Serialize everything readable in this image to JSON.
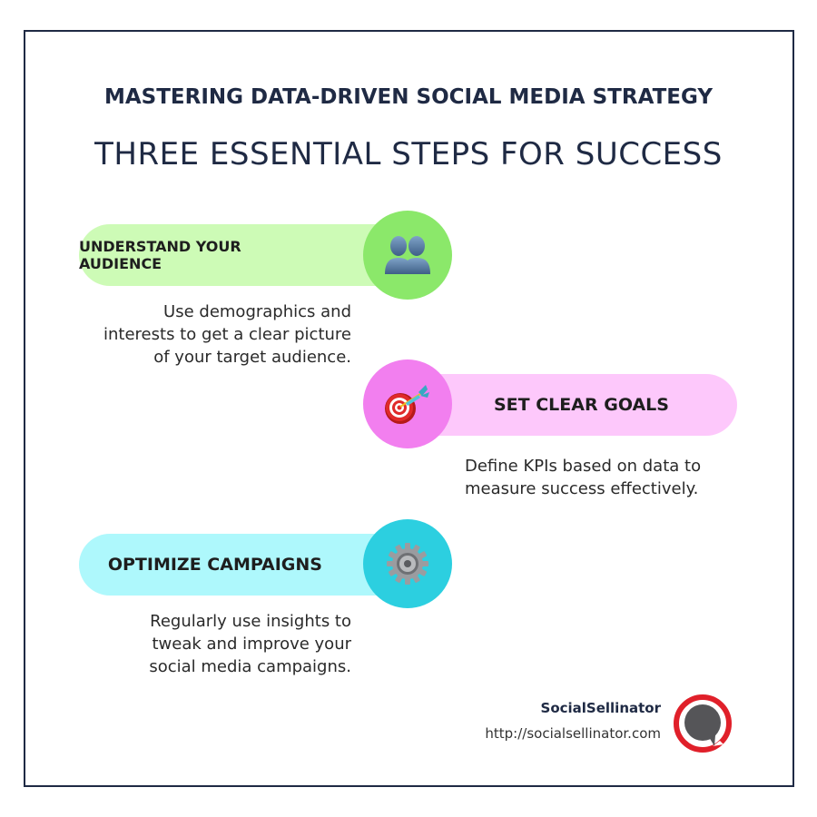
{
  "header": {
    "title": "MASTERING DATA-DRIVEN SOCIAL MEDIA STRATEGY",
    "subtitle": "THREE ESSENTIAL STEPS FOR SUCCESS"
  },
  "steps": [
    {
      "label": "UNDERSTAND YOUR AUDIENCE",
      "description_lines": [
        "Use demographics and",
        "interests to get a clear picture",
        "of your target audience."
      ],
      "icon": "two-people-silhouette-icon",
      "pill_color": "#cdfbb6",
      "circle_color": "#8be86a",
      "side": "left"
    },
    {
      "label": "SET CLEAR GOALS",
      "description_lines": [
        "Define KPIs based on data to",
        "measure success effectively."
      ],
      "icon": "dart-target-icon",
      "pill_color": "#fdc8fb",
      "circle_color": "#f27fef",
      "side": "right"
    },
    {
      "label": "OPTIMIZE CAMPAIGNS",
      "description_lines": [
        "Regularly use insights to",
        "tweak and improve your",
        "social media campaigns."
      ],
      "icon": "gear-icon",
      "pill_color": "#aef8fc",
      "circle_color": "#2ccfe0",
      "side": "left"
    }
  ],
  "footer": {
    "brand_name": "SocialSellinator",
    "url": "http://socialsellinator.com",
    "logo": "speech-bubble-logo-icon",
    "logo_colors": {
      "ring": "#e0202a",
      "bubble": "#555558"
    }
  },
  "colors": {
    "frame": "#1f2a44",
    "text_dark": "#1f2a44"
  }
}
